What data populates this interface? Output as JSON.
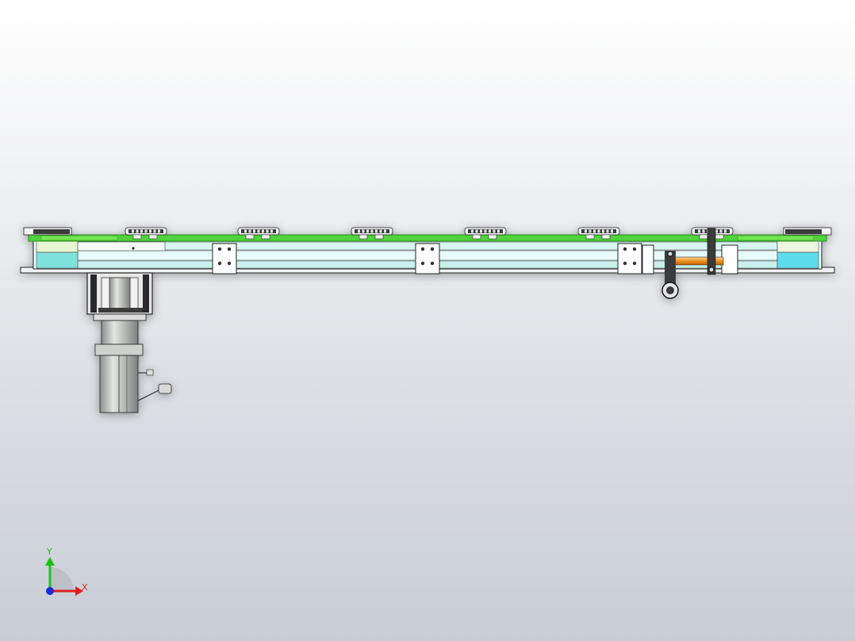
{
  "viewport": {
    "background_top": "#ffffff",
    "background_bottom": "#c9cdd6"
  },
  "model": {
    "colors": {
      "top_plate": "#4fd23a",
      "top_plate_edge": "#2f8f22",
      "rail": "#d8f6f4",
      "rail_dark": "#8fe6e0",
      "frame": "#f2f2f2",
      "outline": "#202020",
      "motor": "#c9cbc6",
      "motor_dark": "#6b6e6a",
      "shaft": "#f0931e",
      "bracket": "#ffffff",
      "pulley": "#3a3a3a"
    },
    "pulley_count": 6,
    "bracket_count": 3
  },
  "triad": {
    "y_label": "Y",
    "x_label": "X",
    "y_color": "#16c416",
    "x_color": "#e02020",
    "z_color": "#1e2ad8"
  }
}
